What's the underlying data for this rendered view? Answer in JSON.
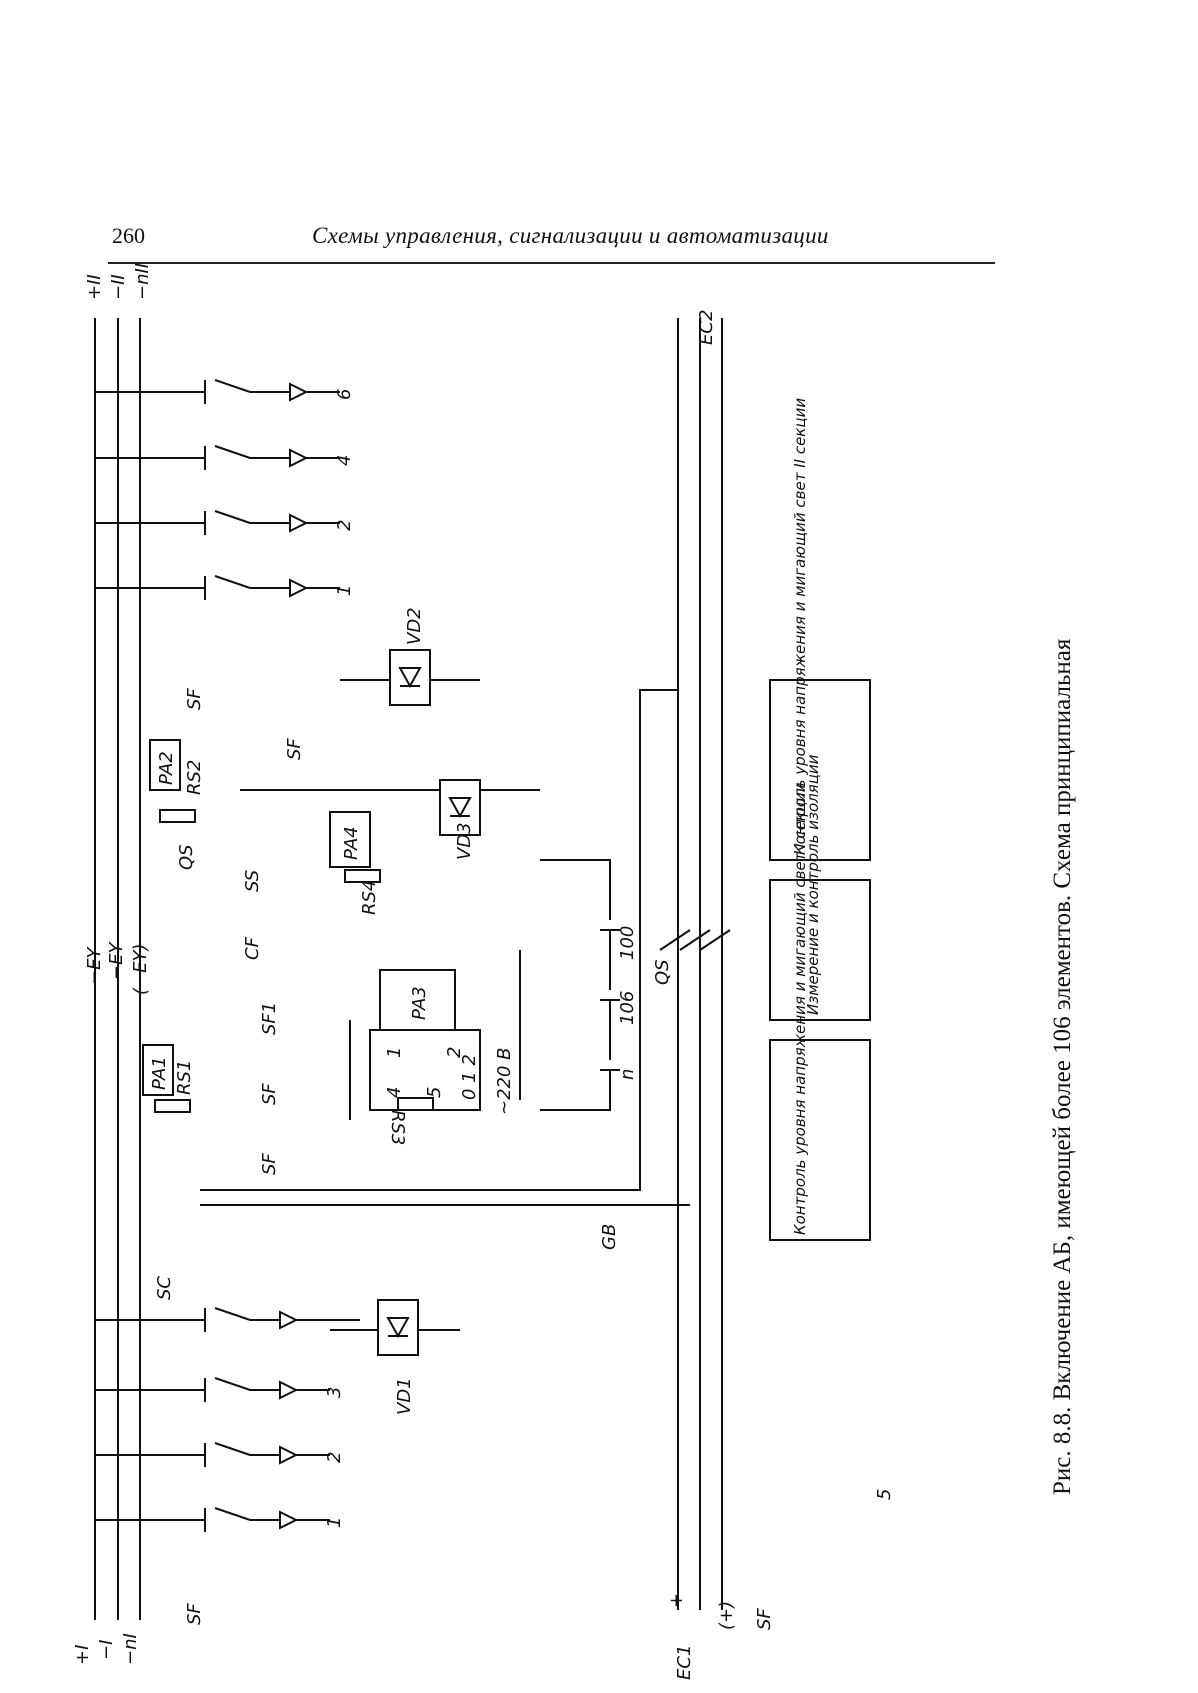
{
  "header": {
    "page_number": "260",
    "running_title": "Схемы управления, сигнализации и автоматизации"
  },
  "caption": {
    "line1": "Рис. 8.8. Включение АБ, имеющей более 106 элементов. Схема принципиальная"
  },
  "diagram": {
    "bus_labels": {
      "plus_II": "+II",
      "minus_II": "−II",
      "minus_n_II": "−nII",
      "plus_I": "+I",
      "minus_I": "−I",
      "minus_n_I": "−nI",
      "ec1": "EC1",
      "ec2": "EC2",
      "plus": "+",
      "minus": "−",
      "plus_paren": "(+)"
    },
    "feeder_numbers_top": [
      "6",
      "4",
      "2",
      "1"
    ],
    "feeder_numbers_bottom": [
      "3",
      "2",
      "1"
    ],
    "components": {
      "vd1": "VD1",
      "vd2": "VD2",
      "vd3": "VD3",
      "pa1": "PA1",
      "pa2": "PA2",
      "pa3": "PA3",
      "pa4": "PA4",
      "rs1": "RS1",
      "rs2": "RS2",
      "rs3": "RS3",
      "rs4": "RS4",
      "qs": "QS",
      "qs2": "QS",
      "sc": "SC",
      "ss": "SS",
      "cf": "CF",
      "sf": "SF",
      "sf1": "SF1",
      "gb": "GB",
      "ey1": "−EY",
      "ey2": "−EY",
      "ey3": "(−EY)",
      "cell_n": "n",
      "cell_106": "106",
      "cell_100": "100",
      "supply": "~220 В",
      "pins": [
        "1",
        "2",
        "4",
        "5",
        "0 1 2"
      ],
      "group_label_5": "5"
    },
    "blocks": {
      "block_1": "Контроль уровня напряжения и мигающий свет I секции",
      "block_2": "Измерение и контроль изоляции",
      "block_3": "Контроль уровня напряжения и мигающий свет II секции"
    }
  }
}
